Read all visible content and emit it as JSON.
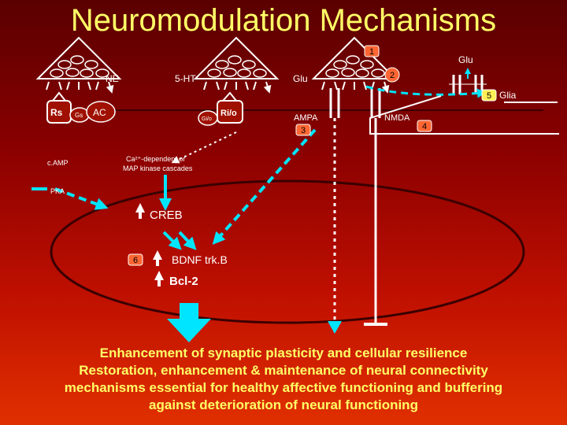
{
  "title": "Neuromodulation Mechanisms",
  "labels": {
    "ne": "NE",
    "five_ht": "5-HT",
    "glu_presyn": "Glu",
    "glu_glia": "Glu",
    "glia": "Glia",
    "rs": "Rs",
    "gs": "Gs",
    "ac": "AC",
    "camp": "c.AMP",
    "pka": "PKA",
    "ri_o": "Ri/o",
    "gi_o": "Gi/o",
    "ampa": "AMPA",
    "nmda": "NMDA",
    "cascade_line1": "Ca²⁺-dependent or",
    "cascade_line2": "MAP kinase cascades",
    "creb": "CREB",
    "bdnf": "BDNF trk.B",
    "bcl2": "Bcl-2"
  },
  "badges": [
    "1",
    "2",
    "3",
    "4",
    "5",
    "6"
  ],
  "bottom_text": [
    "Enhancement of synaptic plasticity and cellular resilience",
    "Restoration, enhancement & maintenance of neural connectivity",
    "mechanisms essential for healthy affective  functioning and buffering",
    "against deterioration of neural functioning"
  ],
  "icons": {
    "up_arrow": "up-arrow",
    "inhibition": "inhibition-bar"
  },
  "colors": {
    "title": "#ffff66",
    "text_white": "#ffffff",
    "arrow_cyan": "#00e5ff",
    "badge_fill": "#ff6633",
    "badge_yellow": "#ffee55",
    "cell_fill": "#a01000"
  }
}
